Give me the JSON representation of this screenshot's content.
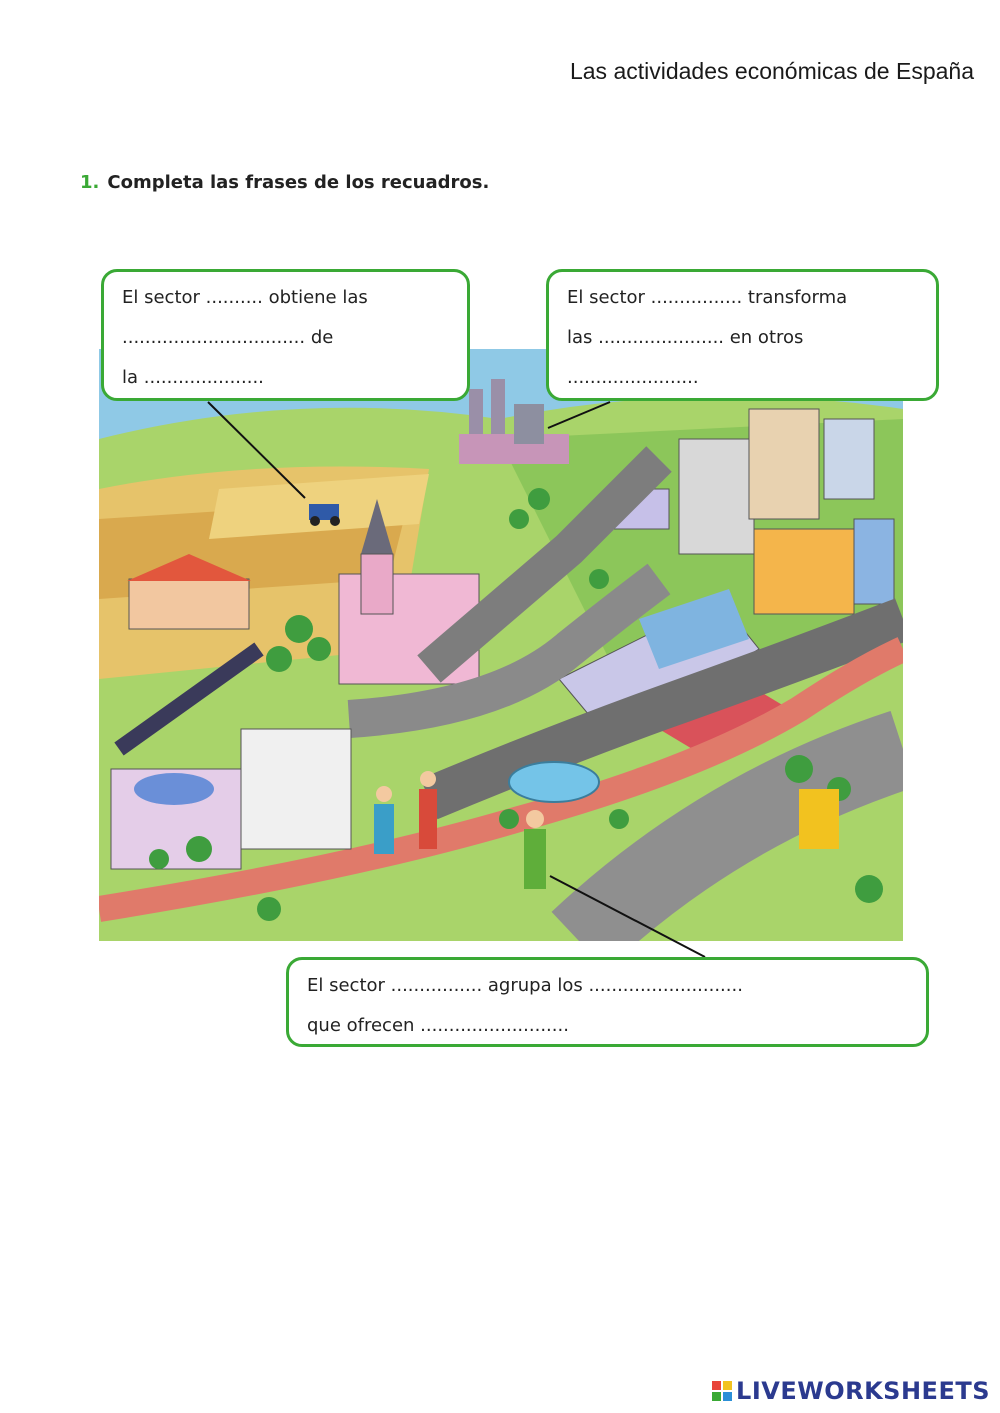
{
  "header": {
    "title": "Las actividades económicas de España"
  },
  "instruction": {
    "number": "1.",
    "text": "Completa las frases de los recuadros."
  },
  "boxes": [
    {
      "lines": [
        "El sector .......... obtiene las",
        "................................ de",
        "la ....................."
      ]
    },
    {
      "lines": [
        "El sector ................ transforma",
        "las ...................... en otros",
        "......................."
      ]
    },
    {
      "lines": [
        "El sector ................ agrupa los ...........................",
        "que ofrecen .........................."
      ]
    }
  ],
  "footer": {
    "brand": "LIVEWORKSHEETS"
  },
  "colors": {
    "accent_green": "#3aa935",
    "brand_blue": "#2b3a8f"
  }
}
